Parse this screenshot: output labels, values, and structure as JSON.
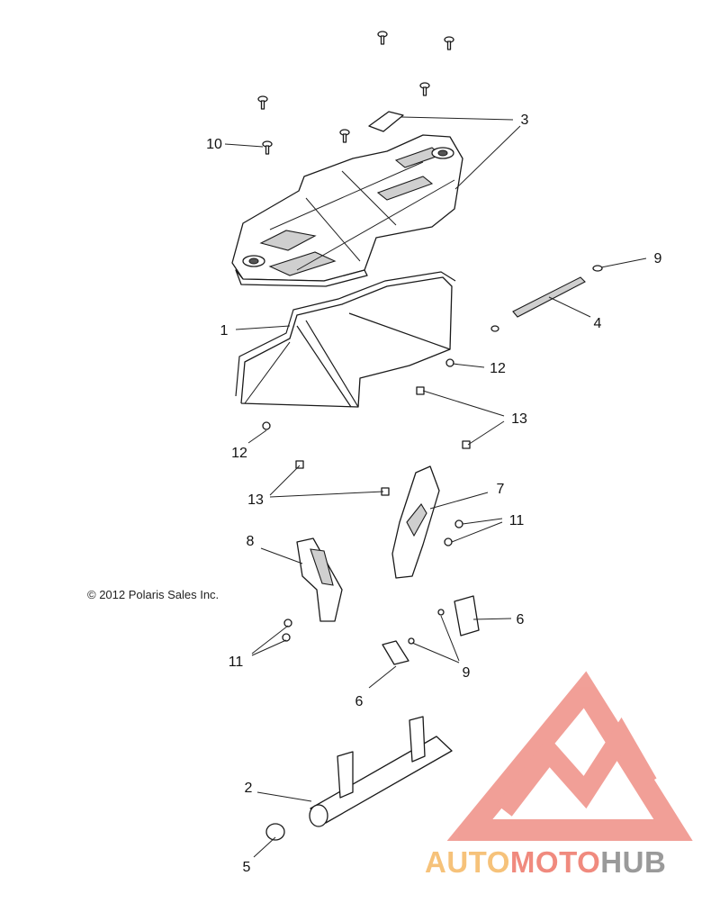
{
  "callouts": [
    {
      "id": "c3",
      "label": "3"
    },
    {
      "id": "c10",
      "label": "10"
    },
    {
      "id": "c9a",
      "label": "9"
    },
    {
      "id": "c4",
      "label": "4"
    },
    {
      "id": "c1",
      "label": "1"
    },
    {
      "id": "c12a",
      "label": "12"
    },
    {
      "id": "c13a",
      "label": "13"
    },
    {
      "id": "c12b",
      "label": "12"
    },
    {
      "id": "c13b",
      "label": "13"
    },
    {
      "id": "c7",
      "label": "7"
    },
    {
      "id": "c11a",
      "label": "11"
    },
    {
      "id": "c8",
      "label": "8"
    },
    {
      "id": "c6a",
      "label": "6"
    },
    {
      "id": "c11b",
      "label": "11"
    },
    {
      "id": "c9b",
      "label": "9"
    },
    {
      "id": "c6b",
      "label": "6"
    },
    {
      "id": "c2",
      "label": "2"
    },
    {
      "id": "c5",
      "label": "5"
    }
  ],
  "copyright": "© 2012 Polaris Sales Inc.",
  "watermark": {
    "part1": "AUTO",
    "part2": "MOTO",
    "part3": "HUB",
    "color_part1": "#f6c27a",
    "color_part2": "#f08a7e",
    "color_part3": "#9a9a9a",
    "logo_color": "#ef8f86"
  }
}
